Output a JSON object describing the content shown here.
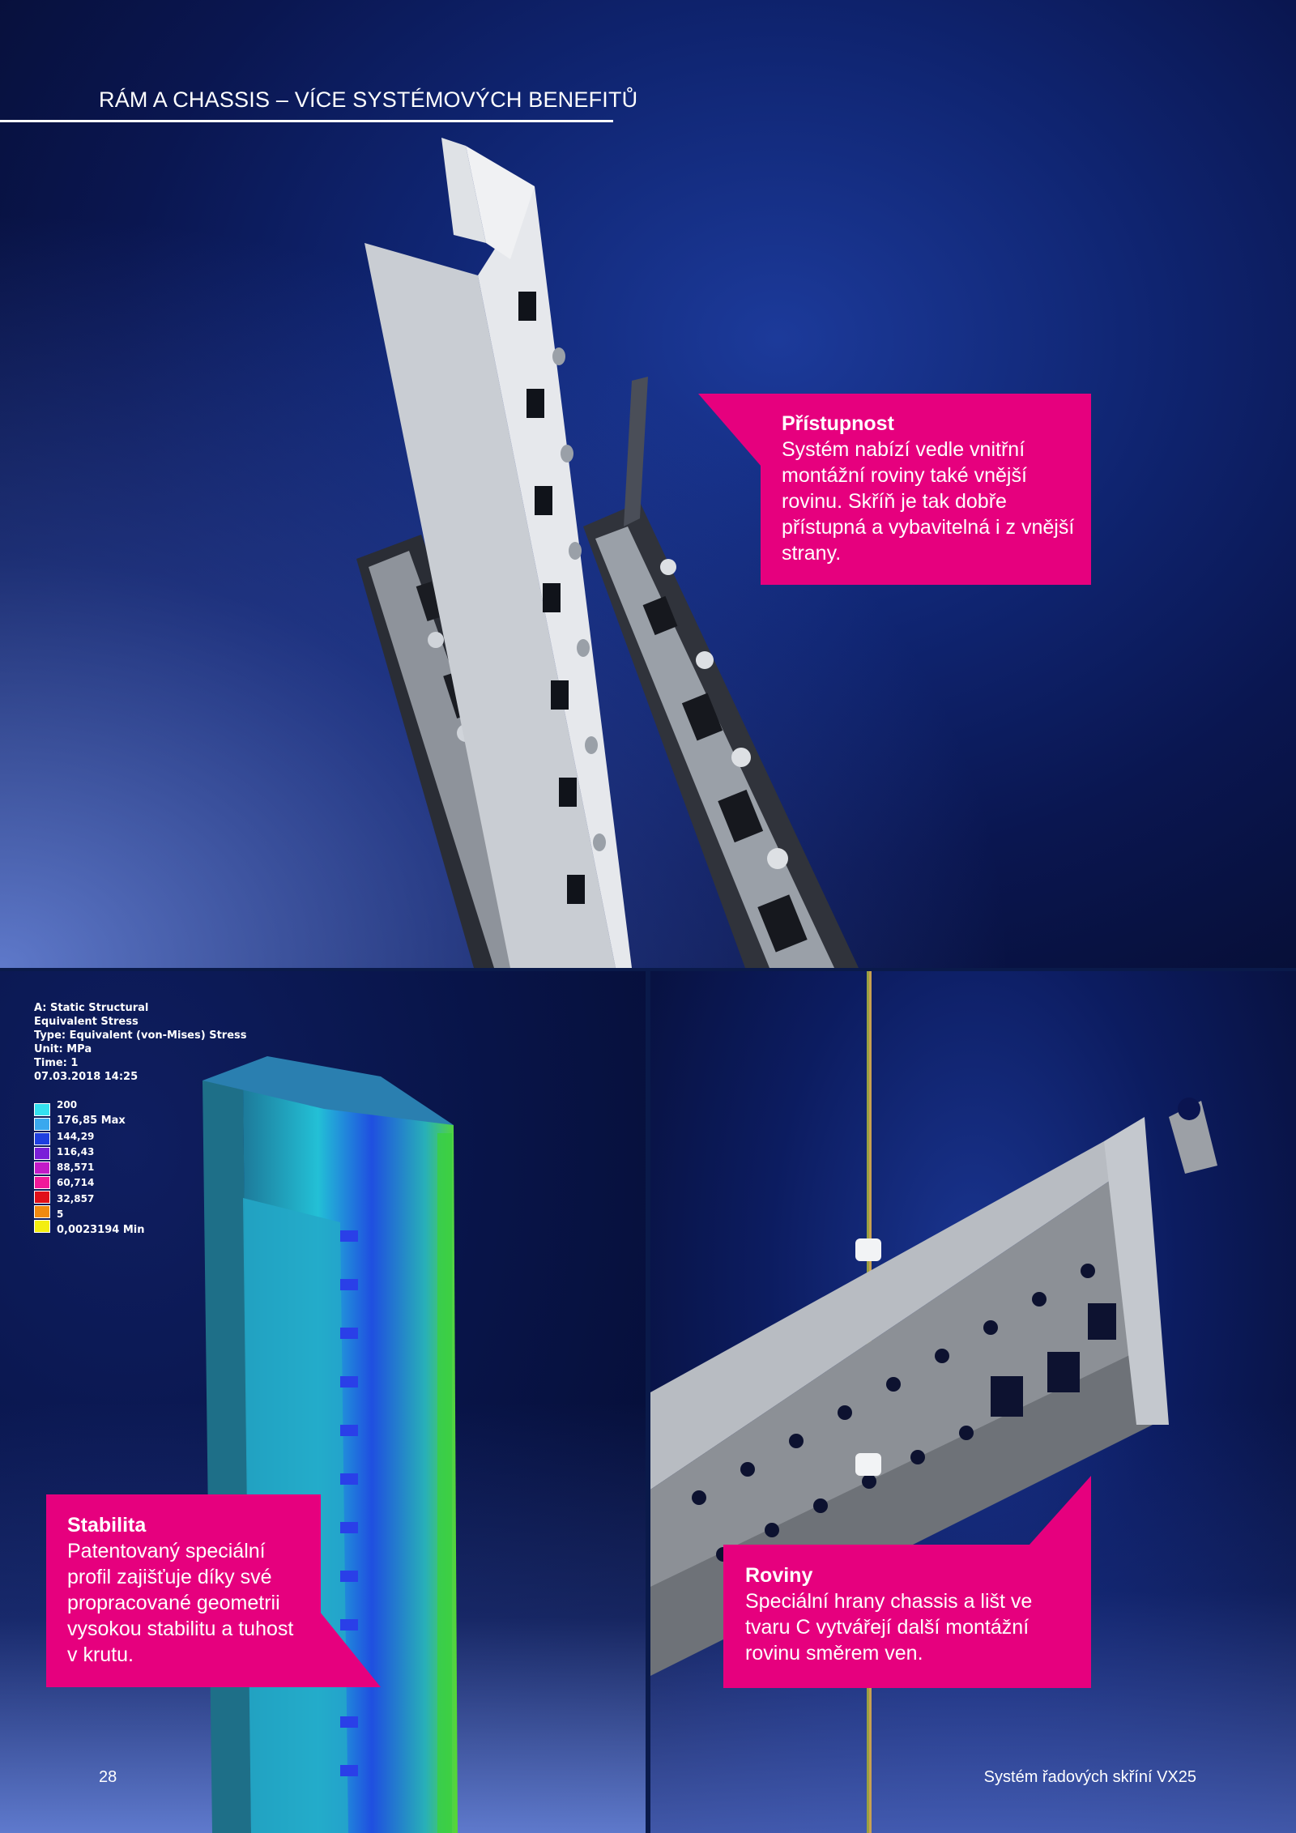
{
  "header": {
    "title": "RÁM A CHASSIS – VÍCE SYSTÉMOVÝCH BENEFITŮ"
  },
  "callouts": {
    "pristupnost": {
      "title": "Přístupnost",
      "lines": [
        "Systém nabízí vedle vnitřní",
        "montážní roviny také vnější",
        "rovinu. Skříň je tak dobře",
        "přístupná a vybavitelná i z vnější",
        "strany."
      ]
    },
    "stabilita": {
      "title": "Stabilita",
      "lines": [
        "Patentovaný speciální",
        "profil zajišťuje díky své",
        "propracované geometrii",
        "vysokou stabilitu a tuhost",
        "v krutu."
      ]
    },
    "roviny": {
      "title": "Roviny",
      "lines": [
        "Speciální hrany chassis a lišt ve",
        "tvaru C vytvářejí další montážní",
        "rovinu směrem ven."
      ]
    }
  },
  "simulation": {
    "header_lines": [
      "A: Static Structural",
      "Equivalent Stress",
      "Type: Equivalent (von-Mises) Stress",
      "Unit: MPa",
      "Time: 1",
      "07.03.2018 14:25"
    ],
    "scale_labels": [
      "200",
      "176,85 Max",
      "144,29",
      "116,43",
      "88,571",
      "60,714",
      "32,857",
      "5",
      "0,0023194 Min"
    ],
    "scale_colors": [
      "#34e0f0",
      "#3aa8ee",
      "#1f3fe0",
      "#7a1fd8",
      "#c21ac8",
      "#f0189a",
      "#e0101a",
      "#f08a10",
      "#f4ee10"
    ]
  },
  "footer": {
    "page_number": "28",
    "title": "Systém řadových skříní VX25"
  },
  "colors": {
    "accent": "#e6007e",
    "background": "#0a1a4a"
  }
}
